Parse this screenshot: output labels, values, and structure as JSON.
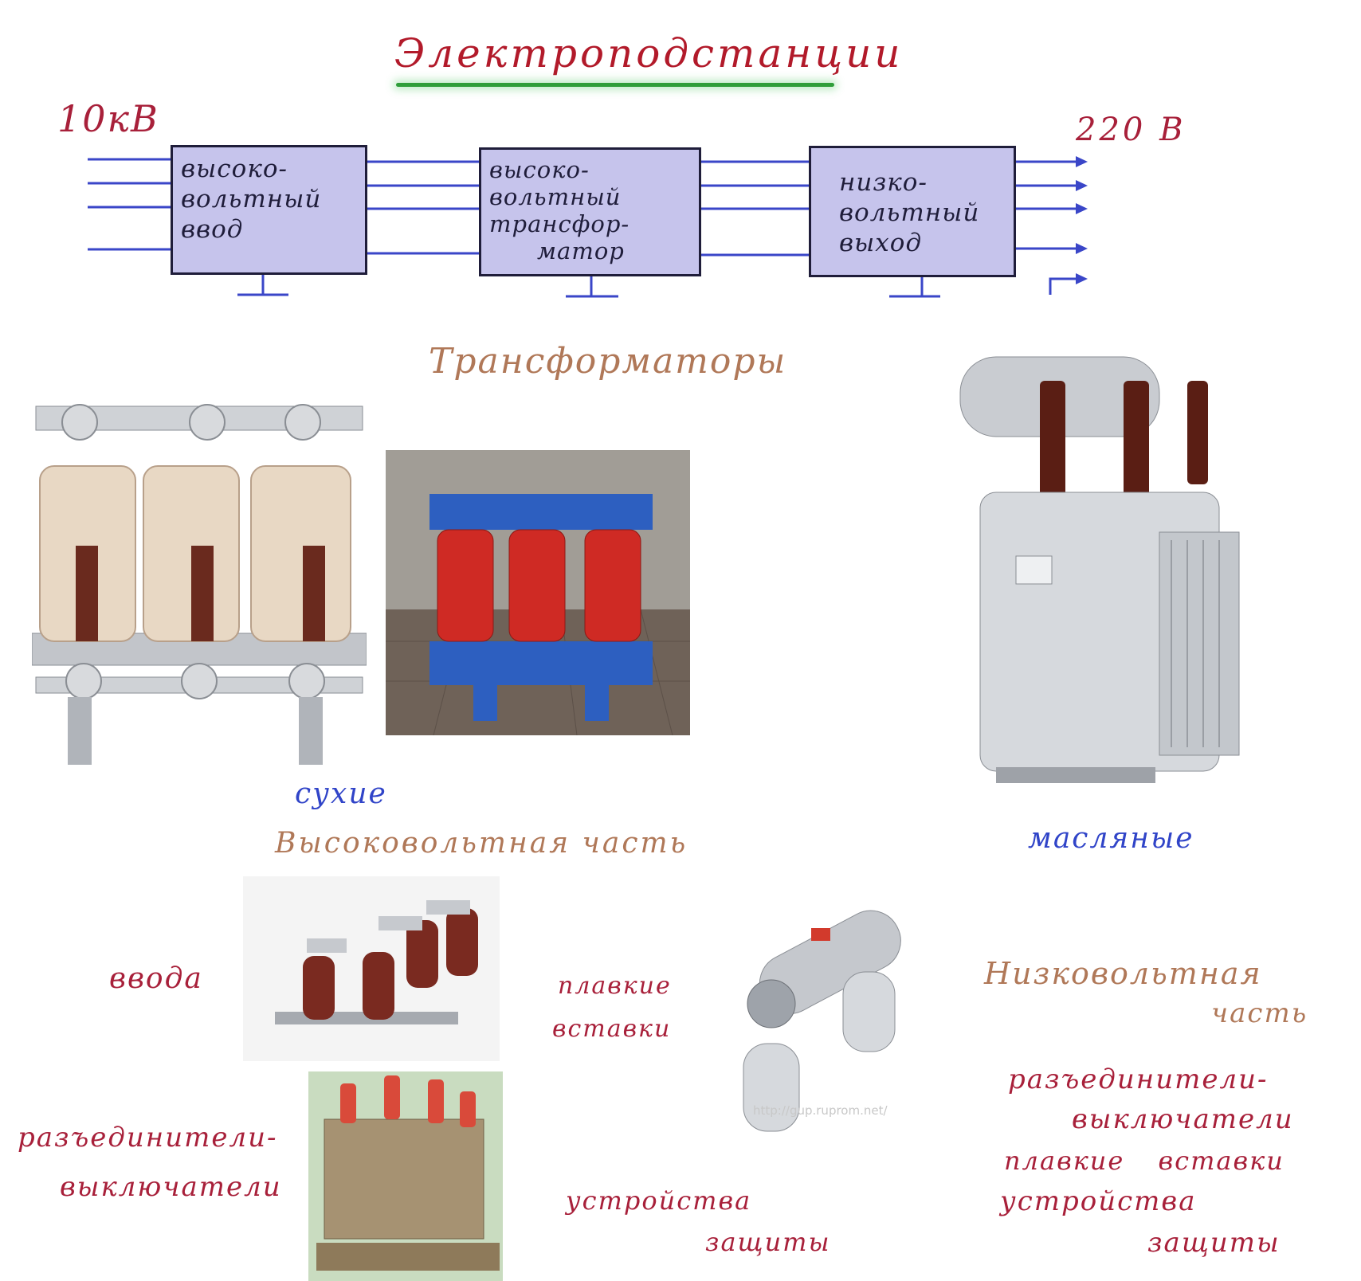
{
  "title": "Электроподстанции",
  "input_voltage": "10кВ",
  "output_voltage": "220 В",
  "blocks": [
    {
      "lines": [
        "высоко-",
        "вольтный",
        "ввод"
      ]
    },
    {
      "lines": [
        "высоко-",
        "вольтный",
        "трансфор-",
        "матор"
      ]
    },
    {
      "lines": [
        "низко-",
        "вольтный",
        "выход"
      ]
    }
  ],
  "sections": {
    "transformers": "Трансформаторы",
    "dry": "сухие",
    "oil": "масляные",
    "high_voltage": "Высоковольтная часть",
    "low_voltage_1": "Низковольтная",
    "low_voltage_2": "часть"
  },
  "labels": {
    "inputs": "ввода",
    "fuses_1": "плавкие",
    "fuses_2": "вставки",
    "disconnectors_1": "разъединители-",
    "disconnectors_2": "выключатели",
    "protection_1": "устройства",
    "protection_2": "защиты"
  },
  "low_voltage_list": [
    "разъединители-",
    "выключатели",
    "плавкие вставки",
    "устройства",
    "защиты"
  ],
  "watermark": "http://gup.ruprom.net/",
  "colors": {
    "title": "#b21a2a",
    "underline": "#2f9e3a",
    "box_fill": "#c6c4ec",
    "wire": "#3a46c8",
    "label_red": "#a8203a",
    "label_brown": "#b07858",
    "label_blue": "#3044c8"
  }
}
